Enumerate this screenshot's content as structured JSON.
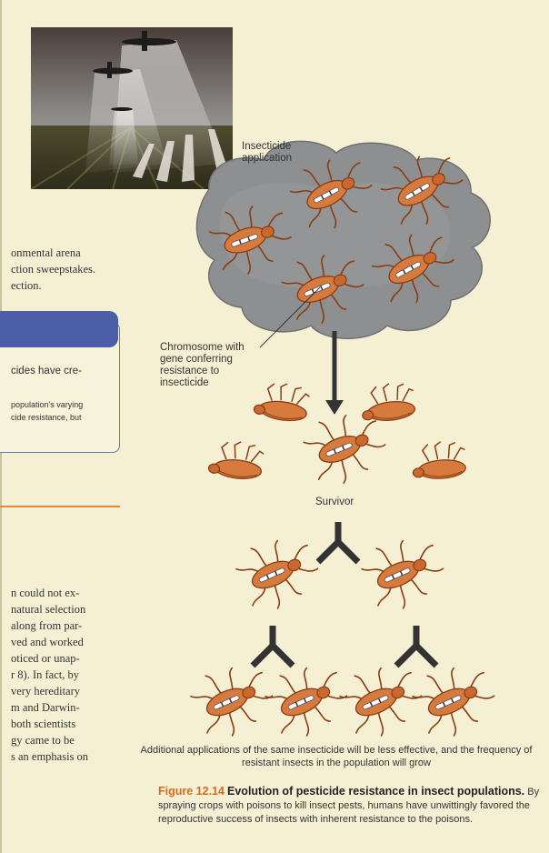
{
  "body_lines": [
    "onmental arena",
    "ction sweepstakes.",
    "ection."
  ],
  "sidebar": {
    "line1": "cides have cre-",
    "line2": "population's varying",
    "line3": "cide resistance, but"
  },
  "body_lines2": [
    "n could not ex-",
    "natural selection",
    "along from par-",
    "ved and worked",
    "oticed or unap-",
    "r 8). In fact, by",
    "very hereditary",
    "m and Darwin-",
    "both scientists",
    "gy came to be",
    "s an emphasis on"
  ],
  "diagram": {
    "insecticide_label": "Insecticide application",
    "chromosome_label": "Chromosome with gene conferring resistance to insecticide",
    "survivor_label": "Survivor",
    "note": "Additional applications of the same insecticide will be less effective, and the frequency of resistant insects in the population will grow"
  },
  "caption": {
    "number": "Figure 12.14",
    "title": "Evolution of pesticide resistance in insect populations.",
    "text": "By spraying crops with poisons to kill insect pests, humans have unwittingly favored the reproductive success of insects with inherent resistance to the poisons."
  },
  "colors": {
    "accent_orange": "#d86a1f",
    "sidebar_blue": "#4d5ea8",
    "bug_orange": "#d77a3e"
  }
}
